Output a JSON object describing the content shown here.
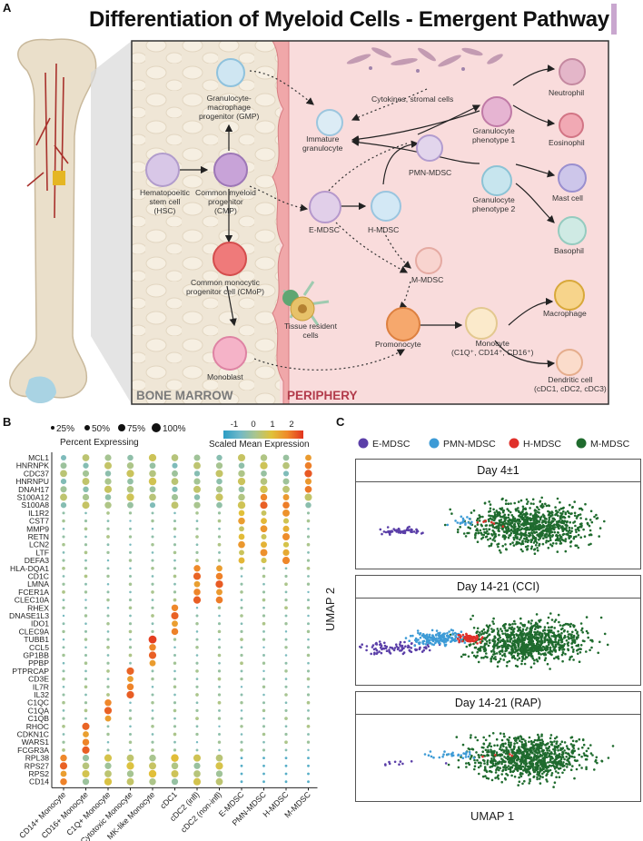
{
  "title": "Differentiation of Myeloid Cells - Emergent Pathway",
  "panels": {
    "a": "A",
    "b": "B",
    "c": "C"
  },
  "diagram": {
    "marrow_label": "BONE MARROW",
    "periphery_label": "PERIPHERY",
    "cells": {
      "hsc": "Hematopoeitic\nstem cell\n(HSC)",
      "cmp": "Common myeloid\nprogenitor\n(CMP)",
      "gmp": "Granulocyte-\nmacrophage\nprogenitor (GMP)",
      "cmop": "Common monocytic\nprogenitor cell (CMoP)",
      "monoblast": "Monoblast",
      "immature": "Immature\ngranulocyte",
      "cytokines": "Cytokines, stromal cells",
      "pmn": "PMN-MDSC",
      "emdsc": "E-MDSC",
      "hmdsc": "H-MDSC",
      "mmdsc": "M-MDSC",
      "g1": "Granulocyte\nphenotype 1",
      "g2": "Granulocyte\nphenotype 2",
      "neutrophil": "Neutrophil",
      "eosinophil": "Eosinophil",
      "mast": "Mast cell",
      "basophil": "Basophil",
      "tissue": "Tissue resident\ncells",
      "promonocyte": "Promonocyte",
      "monocyte": "Monocyte\n(C1Q⁺, CD14⁺, CD16⁺)",
      "macrophage": "Macrophage",
      "dendritic": "Dendritic cell\n(cDC1, cDC2, cDC3)"
    }
  },
  "dotplot": {
    "size_legend_items": [
      "25%",
      "50%",
      "75%",
      "100%"
    ],
    "size_legend_title": "Percent Expressing",
    "color_legend_ticks": [
      "-1",
      "0",
      "1",
      "2"
    ],
    "color_legend_title": "Scaled Mean Expression"
  },
  "chart_data": [
    {
      "type": "heatmap",
      "title": "",
      "genes": [
        "MCL1",
        "HNRNPK",
        "CDC37",
        "HNRNPU",
        "DNAH17",
        "S100A12",
        "S100A8",
        "IL1R2",
        "CST7",
        "MMP9",
        "RETN",
        "LCN2",
        "LTF",
        "DEFA3",
        "HLA-DQA1",
        "CD1C",
        "LMNA",
        "FCER1A",
        "CLEC10A",
        "RHEX",
        "DNASE1L3",
        "IDO1",
        "CLEC9A",
        "TUBB1",
        "CCL5",
        "GP1BB",
        "PPBP",
        "PTPRCAP",
        "CD3E",
        "IL7R",
        "IL32",
        "C1QC",
        "C1QA",
        "C1QB",
        "RHOC",
        "CDKN1C",
        "WARS1",
        "FCGR3A",
        "RPL38",
        "RPS27",
        "RPS2",
        "CD14"
      ],
      "cell_types": [
        "CD14+ Monocyte",
        "CD16+ Monocyte",
        "C1Q+ Monocyte",
        "Cytotoxic Monocyte",
        "MK-like Monocyte",
        "cDC1",
        "cDC2 (infl)",
        "cDC2 (non-infl)",
        "E-MDSC",
        "PMN-MDSC",
        "H-MDSC",
        "M-MDSC"
      ],
      "size_legend": [
        25,
        50,
        75,
        100
      ],
      "color_range": [
        -1.5,
        2.5
      ]
    },
    {
      "type": "scatter",
      "title": "",
      "series": [
        {
          "name": "E-MDSC",
          "color": "#5b3fa8"
        },
        {
          "name": "PMN-MDSC",
          "color": "#3d9bd6"
        },
        {
          "name": "H-MDSC",
          "color": "#e0302a"
        },
        {
          "name": "M-MDSC",
          "color": "#1f6b2e"
        }
      ],
      "facets": [
        "Day 4±1",
        "Day 14-21 (CCI)",
        "Day 14-21 (RAP)"
      ],
      "xlabel": "UMAP 1",
      "ylabel": "UMAP 2"
    }
  ]
}
